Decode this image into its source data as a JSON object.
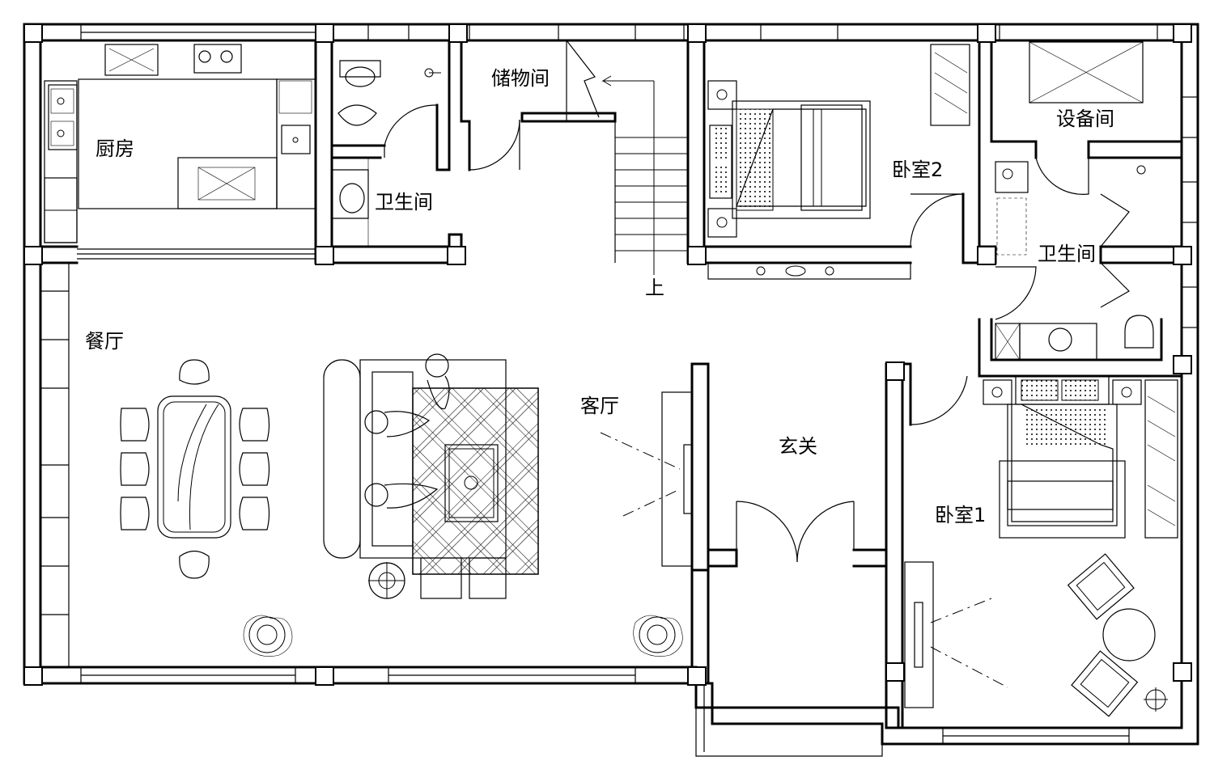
{
  "rooms": {
    "kitchen": "厨房",
    "bathroom_left": "卫生间",
    "storage": "储物间",
    "bedroom2": "卧室2",
    "equipment": "设备间",
    "bathroom_right": "卫生间",
    "stairs_up": "上",
    "dining": "餐厅",
    "living": "客厅",
    "foyer": "玄关",
    "bedroom1": "卧室1"
  }
}
